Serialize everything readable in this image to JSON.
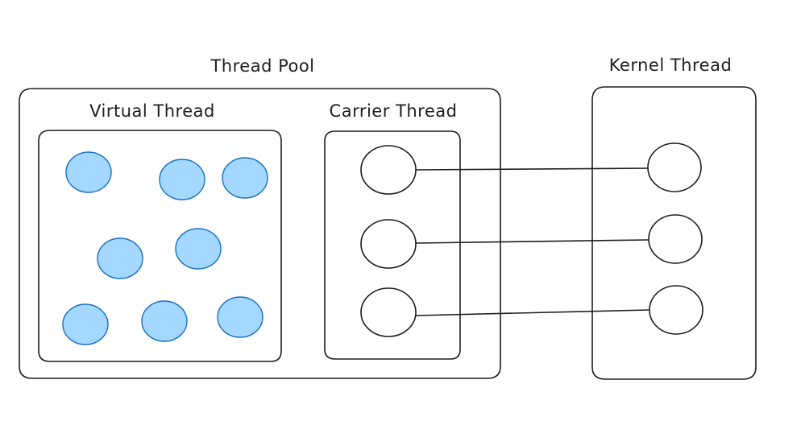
{
  "labels": {
    "thread_pool": "Thread Pool",
    "virtual_thread": "Virtual Thread",
    "carrier_thread": "Carrier Thread",
    "kernel_thread": "Kernel Thread"
  },
  "colors": {
    "stroke": "#1e1e1e",
    "virtual_fill": "#a5d8ff",
    "virtual_stroke": "#1971c2",
    "background": "#ffffff"
  },
  "virtual_thread_count": 8,
  "carrier_thread_count": 3,
  "kernel_thread_count": 3,
  "connections": [
    {
      "from": "carrier-1",
      "to": "kernel-1"
    },
    {
      "from": "carrier-2",
      "to": "kernel-2"
    },
    {
      "from": "carrier-3",
      "to": "kernel-3"
    }
  ]
}
